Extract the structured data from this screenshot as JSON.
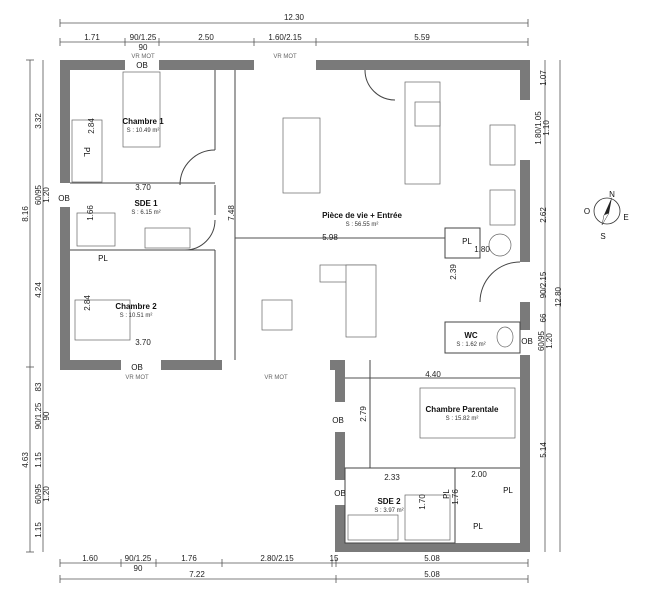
{
  "dimensions": {
    "top_total": "12.30",
    "top": [
      "1.71",
      "90/1.25",
      "2.50",
      "1.60/2.15",
      "5.59"
    ],
    "top_sub": "90",
    "bottom": [
      "1.60",
      "90/1.25",
      "1.76",
      "2.80/2.15",
      "15",
      "5.08"
    ],
    "bottom_sub": "90",
    "bottom_total": [
      "7.22",
      "5.08"
    ],
    "left_total": [
      "8.16",
      "4.63"
    ],
    "left": [
      "3.32",
      "60/95",
      "1.20",
      "4.24",
      "83",
      "90/1.25",
      "90",
      "1.15",
      "60/95",
      "1.20",
      "1.15"
    ],
    "right": [
      "1.07",
      "1.80/1.05",
      "1.10",
      "2.62",
      "90/2.15",
      "66",
      "60/95",
      "1.20",
      "5.14"
    ],
    "right_total": "12.80",
    "interior": [
      "2.84",
      "3.70",
      "1.66",
      "2.84",
      "3.70",
      "7.48",
      "5.98",
      "1.80",
      "2.39",
      "4.40",
      "2.79",
      "2.33",
      "2.00",
      "1.70",
      "1.76"
    ]
  },
  "rooms": [
    {
      "name": "Chambre 1",
      "area": "S : 10.49 m²"
    },
    {
      "name": "SDE 1",
      "area": "S : 6.15 m²"
    },
    {
      "name": "Chambre 2",
      "area": "S : 10.51 m²"
    },
    {
      "name": "Pièce de vie + Entrée",
      "area": "S : 56.55 m²"
    },
    {
      "name": "WC",
      "area": "S : 1.62 m²"
    },
    {
      "name": "Chambre Parentale",
      "area": "S : 15.82 m²"
    },
    {
      "name": "SDE 2",
      "area": "S : 3.97 m²"
    }
  ],
  "labels": {
    "ob": "OB",
    "pl": "PL",
    "vr_mot": "VR MOT"
  },
  "compass": {
    "n": "N",
    "e": "E",
    "s": "S",
    "o": "O"
  },
  "colors": {
    "wall": "#7a7a7a"
  }
}
